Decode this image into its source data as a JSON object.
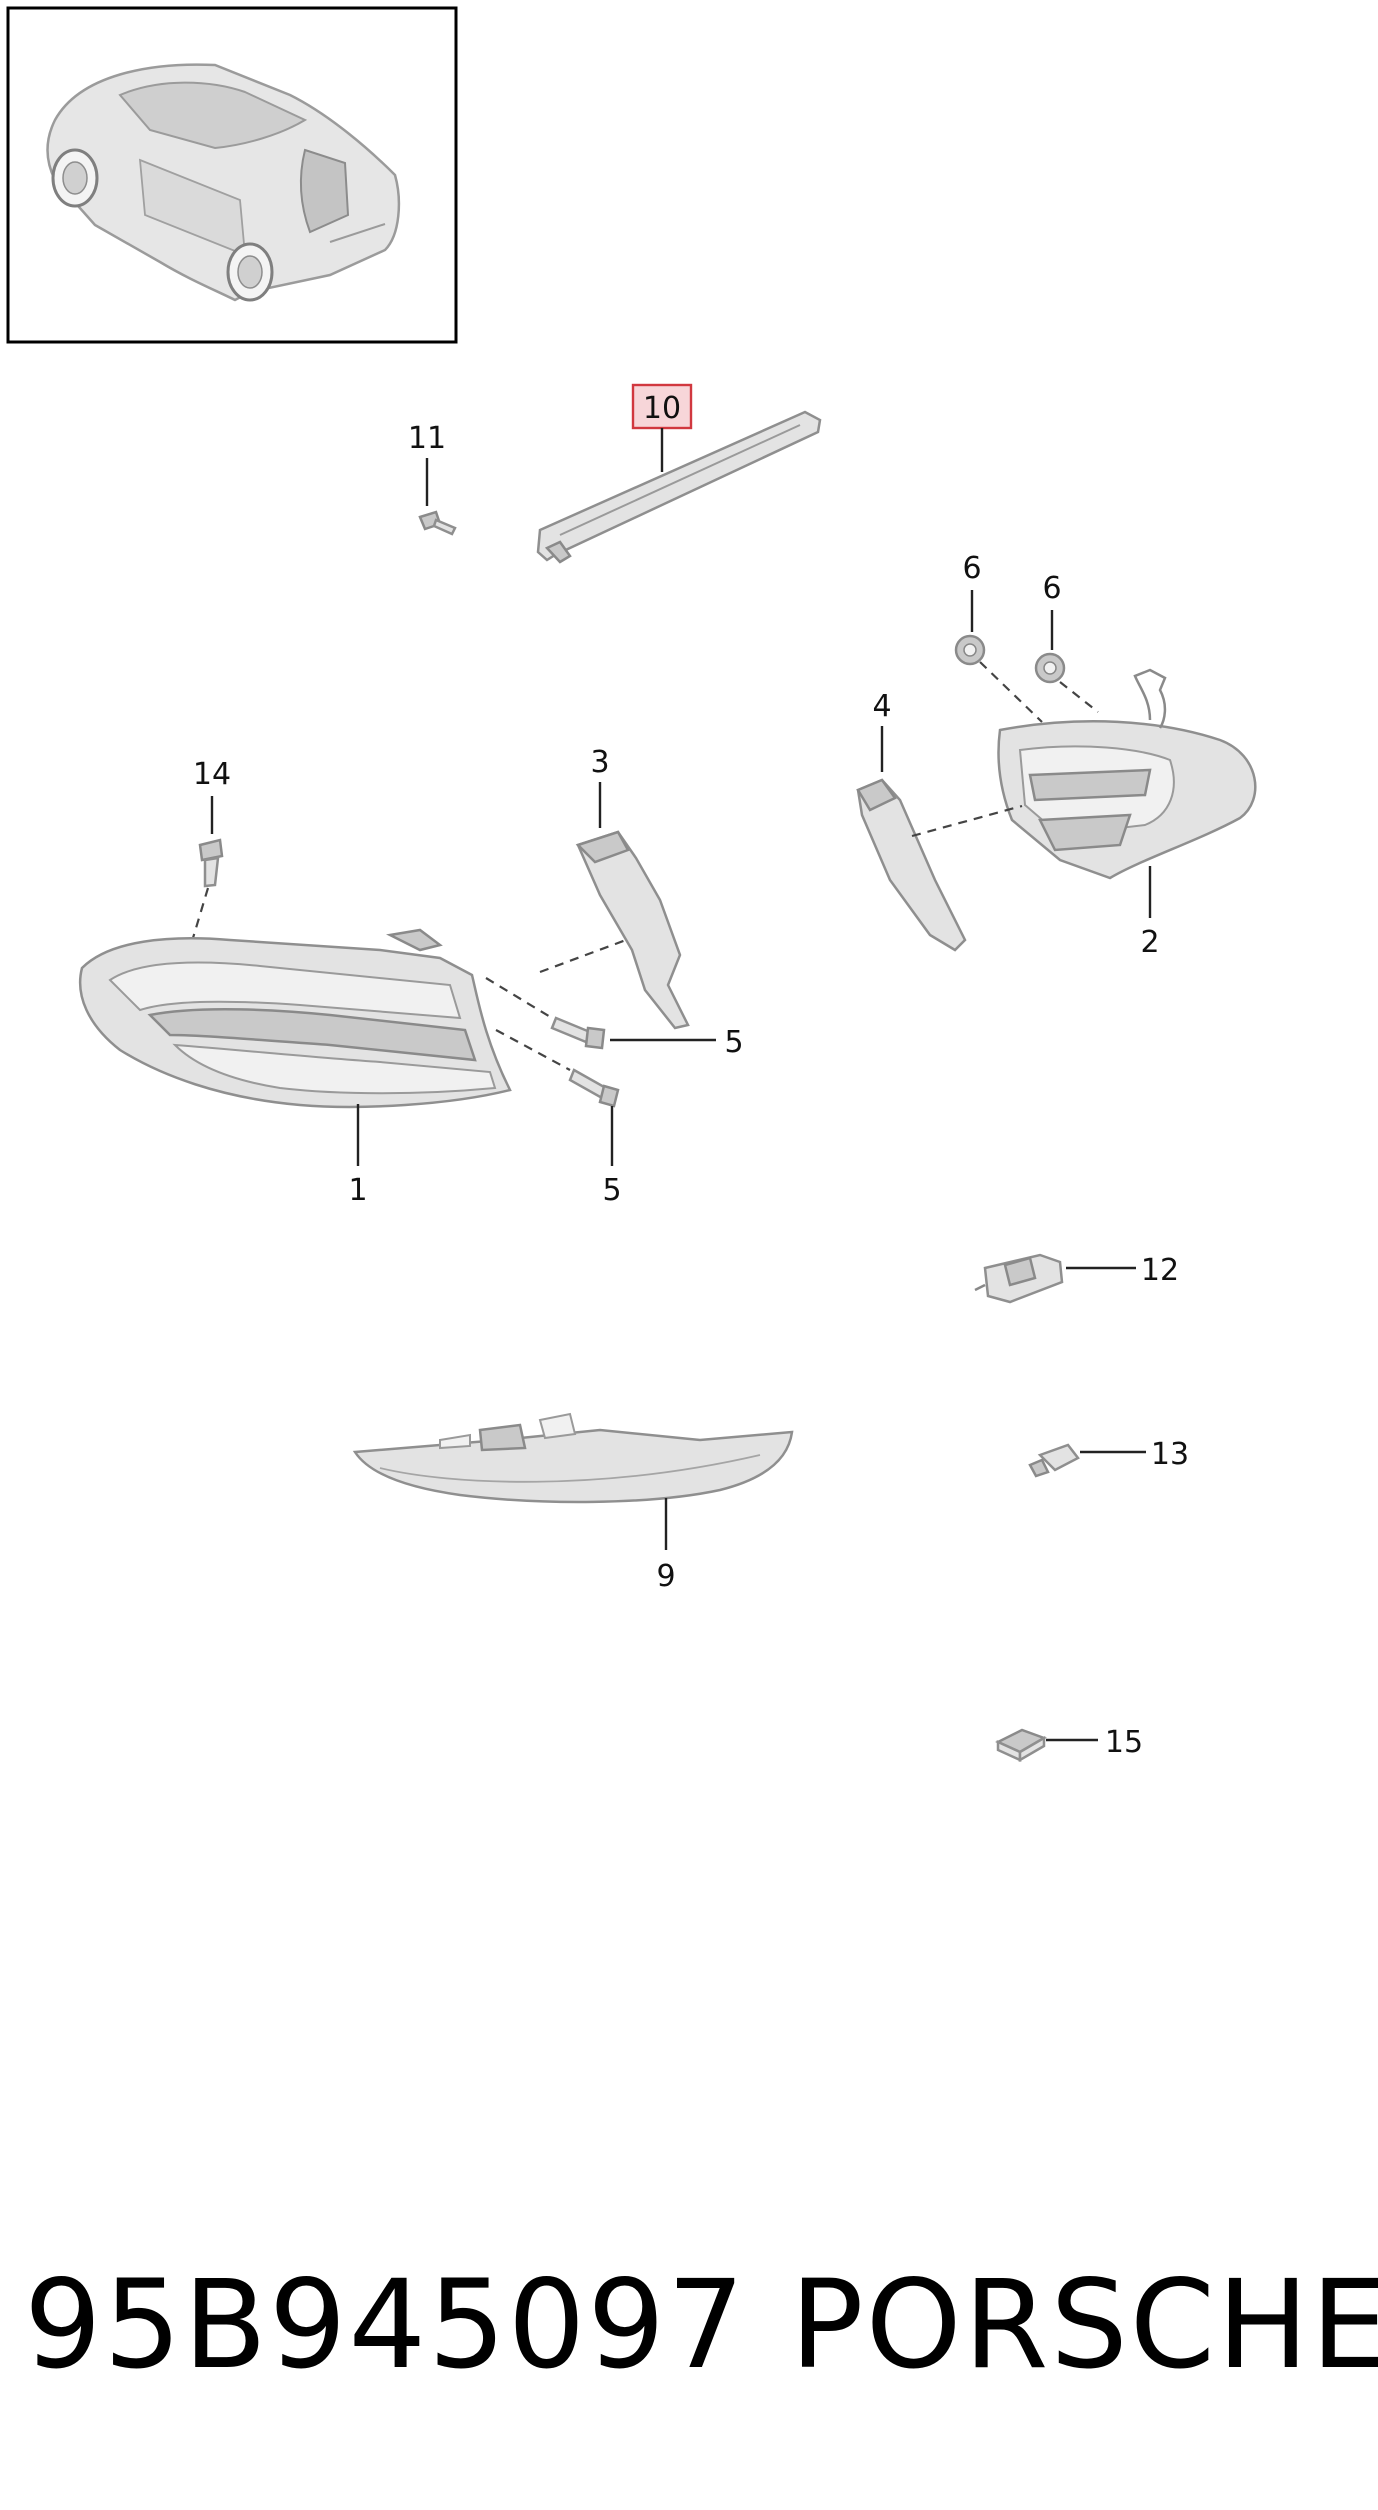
{
  "diagram": {
    "callouts": [
      {
        "id": "1",
        "label": "1"
      },
      {
        "id": "2",
        "label": "2"
      },
      {
        "id": "3",
        "label": "3"
      },
      {
        "id": "4",
        "label": "4"
      },
      {
        "id": "5a",
        "label": "5"
      },
      {
        "id": "5b",
        "label": "5"
      },
      {
        "id": "6a",
        "label": "6"
      },
      {
        "id": "6b",
        "label": "6"
      },
      {
        "id": "9",
        "label": "9"
      },
      {
        "id": "10",
        "label": "10",
        "highlighted": true
      },
      {
        "id": "11",
        "label": "11"
      },
      {
        "id": "12",
        "label": "12"
      },
      {
        "id": "13",
        "label": "13"
      },
      {
        "id": "14",
        "label": "14"
      },
      {
        "id": "15",
        "label": "15"
      }
    ],
    "highlight_color": "#d1383f",
    "highlight_fill": "#f7d6d9"
  },
  "footer": {
    "part_number": "95B945097",
    "brand": "PORSCHE"
  }
}
